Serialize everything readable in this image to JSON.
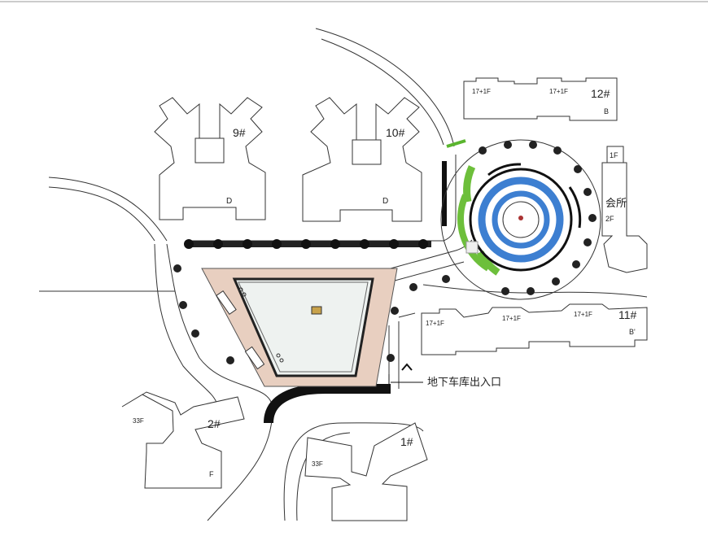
{
  "buildings": {
    "b9": {
      "number": "9#",
      "unit": "D"
    },
    "b10": {
      "number": "10#",
      "unit": "D"
    },
    "b12": {
      "number": "12#",
      "floors_a": "17+1F",
      "floors_b": "17+1F",
      "unit": "B"
    },
    "b11": {
      "number": "11#",
      "floors_a": "17+1F",
      "floors_b": "17+1F",
      "floors_c": "17+1F",
      "unit": "B'"
    },
    "b2": {
      "number": "2#",
      "floors": "33F",
      "unit": "F"
    },
    "b1": {
      "number": "1#",
      "floors": "33F"
    },
    "clubhouse": {
      "name": "会所",
      "floors_top": "1F",
      "floors_main": "2F"
    }
  },
  "garage_entrance": "地下车库出入口",
  "colors": {
    "line": "#333333",
    "plaza_border": "#e8cfc0",
    "pool": "#eef2f0",
    "green": "#6dbf3b",
    "blue": "#3d7fd1",
    "teal": "#2fa57a",
    "road_black": "#111111"
  }
}
